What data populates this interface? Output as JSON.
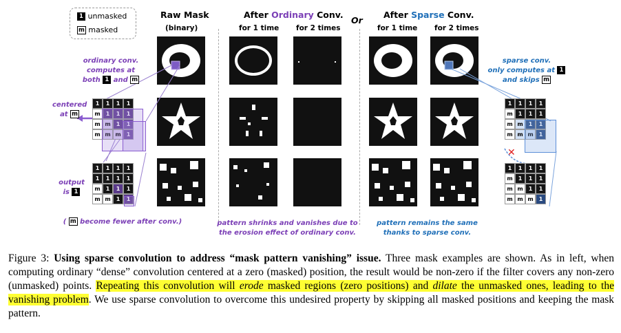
{
  "legend": {
    "unmasked_chip": "1",
    "unmasked_label": "unmasked",
    "masked_chip": "m",
    "masked_label": "masked"
  },
  "headers": {
    "raw_mask": "Raw Mask",
    "raw_sub": "(binary)",
    "after_ordinary_prefix": "After",
    "after_ordinary_word": "Ordinary",
    "after_ordinary_suffix": "Conv.",
    "or": "Or",
    "after_sparse_prefix": "After",
    "after_sparse_word": "Sparse",
    "after_sparse_suffix": "Conv.",
    "for1": "for 1 time",
    "for2": "for 2 times"
  },
  "colors": {
    "ordinary": "#7b3fb6",
    "sparse": "#1f6fb8",
    "highlight": "#ffff33"
  },
  "left_notes": {
    "ordinary_line1": "ordinary conv.",
    "ordinary_line2": "computes at",
    "ordinary_line3_a": "both",
    "ordinary_line3_chip1": "1",
    "ordinary_line3_b": "and",
    "ordinary_line3_chip2": "m",
    "centered": "centered",
    "at": "at",
    "at_chip": "m",
    "output": "output",
    "is": "is",
    "is_chip": "1",
    "fewer_open": "(",
    "fewer_chip": "m",
    "fewer_text": "become fewer after conv.)"
  },
  "right_notes": {
    "line1": "sparse conv.",
    "line2_a": "only computes at",
    "line2_chip": "1",
    "line3_a": "and skips",
    "line3_chip": "m",
    "cross": "✕"
  },
  "bottom_notes": {
    "ordinary_line1": "pattern shrinks and vanishes due to",
    "ordinary_line2": "the erosion effect of ordinary conv.",
    "sparse_line1": "pattern remains the same",
    "sparse_line2": "thanks to sparse conv."
  },
  "grids": {
    "left_top": [
      [
        "1",
        "1",
        "1",
        "1"
      ],
      [
        "m",
        "1",
        "1",
        "1"
      ],
      [
        "m",
        "m",
        "1",
        "1"
      ],
      [
        "m",
        "m",
        "m",
        "1"
      ]
    ],
    "left_bottom": [
      [
        "1",
        "1",
        "1",
        "1"
      ],
      [
        "1",
        "1",
        "1",
        "1"
      ],
      [
        "m",
        "1",
        "1",
        "1"
      ],
      [
        "m",
        "m",
        "1",
        "1"
      ]
    ],
    "right_top": [
      [
        "1",
        "1",
        "1",
        "1"
      ],
      [
        "m",
        "1",
        "1",
        "1"
      ],
      [
        "m",
        "m",
        "1",
        "1"
      ],
      [
        "m",
        "m",
        "m",
        "1"
      ]
    ],
    "right_bottom": [
      [
        "1",
        "1",
        "1",
        "1"
      ],
      [
        "m",
        "1",
        "1",
        "1"
      ],
      [
        "m",
        "m",
        "1",
        "1"
      ],
      [
        "m",
        "m",
        "m",
        "1"
      ]
    ]
  },
  "caption": {
    "fig": "Figure 3:",
    "title": "Using sparse convolution to address “mask pattern vanishing” issue.",
    "text1": " Three mask examples are shown. As in left, when computing ordinary “dense” convolution centered at a zero (masked) position, the result would be non-zero if the filter covers any non-zero (unmasked) points. ",
    "hl1": "Repeating this convolution will ",
    "hl_erode": "erode",
    "hl2": " masked regions (zero positions) and ",
    "hl_dilate": "dilate",
    "hl3": " the unmasked ones, leading to the vanishing problem",
    "text2": ". We use sparse convolution to overcome this undesired property by skipping all masked positions and keeping the mask pattern."
  }
}
